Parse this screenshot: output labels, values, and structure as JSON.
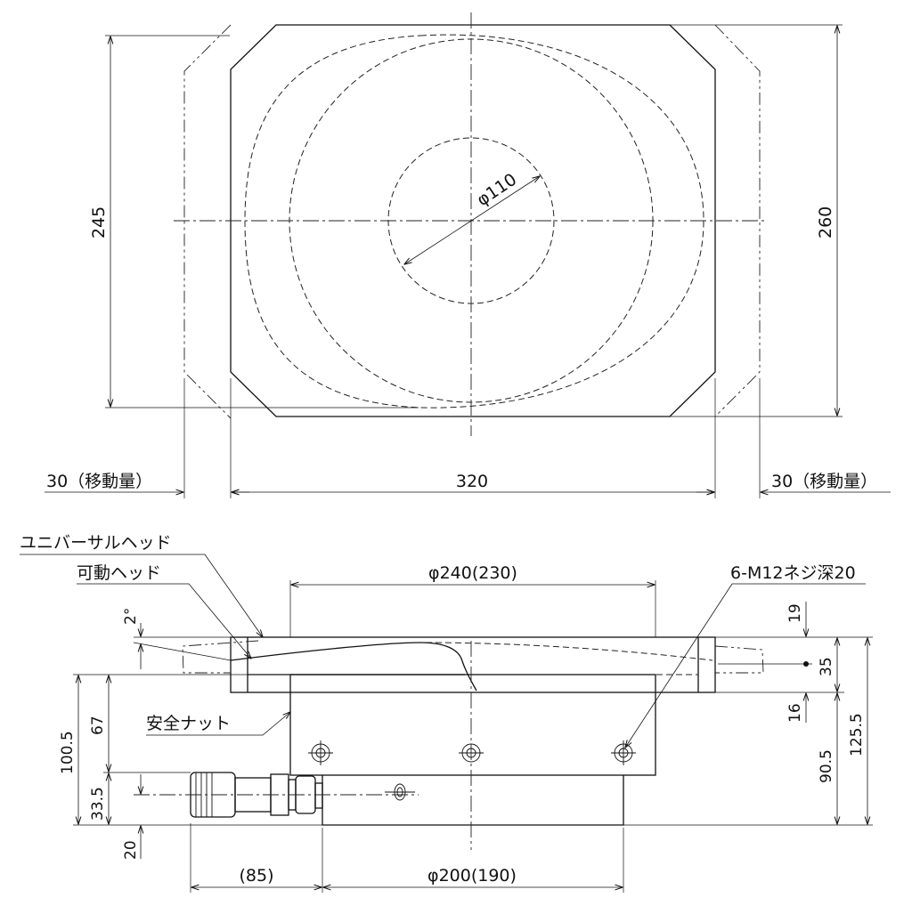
{
  "top_view": {
    "dim_width": "320",
    "dim_height_left": "245",
    "dim_height_right": "260",
    "dim_circle": "φ110",
    "travel_left": "30（移動量）",
    "travel_right": "30（移動量）"
  },
  "side_view": {
    "label_universal_head": "ユニバーサルヘッド",
    "label_moving_head": "可動ヘッド",
    "label_safety_nut": "安全ナット",
    "label_thread": "6-M12ネジ深20",
    "dim_top_diameter": "φ240(230)",
    "dim_bottom_diameter": "φ200(190)",
    "dim_85": "(85)",
    "dim_angle": "2°",
    "dim_19": "19",
    "dim_35": "35",
    "dim_16": "16",
    "dim_90_5": "90.5",
    "dim_125_5": "125.5",
    "dim_100_5": "100.5",
    "dim_67": "67",
    "dim_33_5": "33.5",
    "dim_20": "20"
  }
}
